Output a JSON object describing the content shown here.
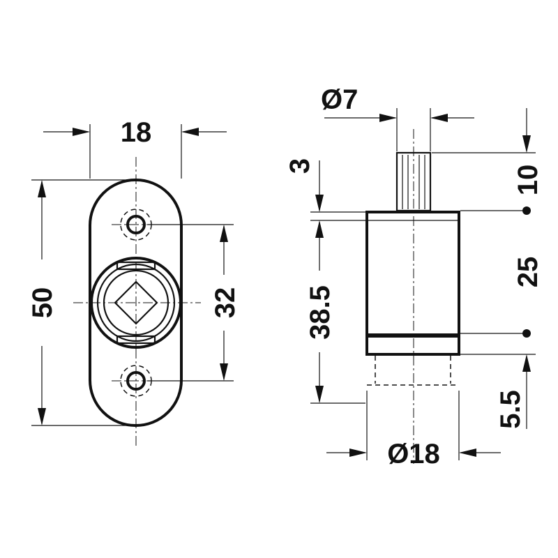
{
  "front_view": {
    "width_dim": "18",
    "height_dim": "50",
    "hole_spacing_dim": "32"
  },
  "side_view": {
    "pin_diameter_dim": "Ø7",
    "top_gap_dim": "3",
    "pin_length_dim": "10",
    "body_height_dim": "25",
    "overall_height_dim": "38.5",
    "extension_dim": "5.5",
    "body_diameter_dim": "Ø18"
  },
  "colors": {
    "ink": "#111111",
    "background": "#ffffff"
  }
}
